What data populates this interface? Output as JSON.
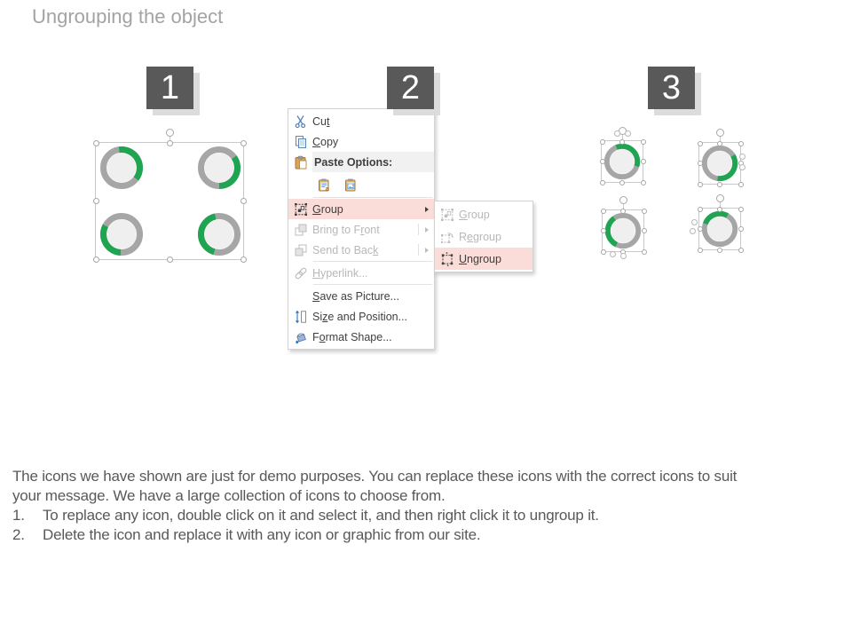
{
  "title": "Ungrouping the object",
  "steps": {
    "one": "1",
    "two": "2",
    "three": "3"
  },
  "colors": {
    "accent_green": "#1fa551",
    "ring_gray": "#a6a6a6",
    "ring_inner": "#efefef",
    "highlight_pink": "#fadcd9",
    "badge_gray": "#595959",
    "menu_text": "#3f3f3f",
    "menu_disabled_text": "#b8b8b8"
  },
  "context_menu": {
    "items": [
      {
        "id": "cut",
        "label": "Cut",
        "underline_index": 2,
        "icon": "scissors-icon",
        "state": "enabled"
      },
      {
        "id": "copy",
        "label": "Copy",
        "underline_index": 0,
        "icon": "copy-icon",
        "state": "enabled"
      },
      {
        "id": "paste-options",
        "type": "paste-header",
        "label": "Paste Options:",
        "icon": "paste-icon"
      },
      {
        "id": "paste-buttons",
        "type": "paste-row",
        "buttons": [
          {
            "id": "paste-keep-source-formatting",
            "icon": "paste-keep-formatting-icon"
          },
          {
            "id": "paste-as-picture",
            "icon": "paste-as-picture-icon"
          }
        ]
      },
      {
        "type": "separator"
      },
      {
        "id": "group",
        "label": "Group",
        "underline_index": 0,
        "icon": "group-icon",
        "state": "highlighted",
        "submenu": true
      },
      {
        "id": "bring-to-front",
        "label": "Bring to Front",
        "underline_index": 10,
        "icon": "bring-to-front-icon",
        "state": "disabled",
        "submenu": true
      },
      {
        "id": "send-to-back",
        "label": "Send to Back",
        "underline_index": 11,
        "icon": "send-to-back-icon",
        "state": "disabled",
        "submenu": true
      },
      {
        "type": "separator"
      },
      {
        "id": "hyperlink",
        "label": "Hyperlink...",
        "underline_index": 0,
        "icon": "hyperlink-icon",
        "state": "disabled"
      },
      {
        "type": "separator"
      },
      {
        "id": "save-as-picture",
        "label": "Save as Picture...",
        "underline_index": 0,
        "icon": "",
        "state": "enabled"
      },
      {
        "id": "size-and-position",
        "label": "Size and Position...",
        "underline_index": 2,
        "icon": "size-position-icon",
        "state": "enabled"
      },
      {
        "id": "format-shape",
        "label": "Format Shape...",
        "underline_index": 1,
        "icon": "format-shape-icon",
        "state": "enabled"
      }
    ],
    "submenu_items": [
      {
        "id": "sub-group",
        "label": "Group",
        "underline_index": 0,
        "icon": "group-icon",
        "state": "disabled"
      },
      {
        "id": "sub-regroup",
        "label": "Regroup",
        "underline_index": 1,
        "icon": "regroup-icon",
        "state": "disabled"
      },
      {
        "id": "sub-ungroup",
        "label": "Ungroup",
        "underline_index": 0,
        "icon": "ungroup-icon",
        "state": "highlighted"
      }
    ]
  },
  "step1_icons": [
    {
      "start": -8,
      "sweep": 135
    },
    {
      "start": 55,
      "sweep": 125
    },
    {
      "start": 183,
      "sweep": 115
    },
    {
      "start": 196,
      "sweep": 152
    }
  ],
  "step3_icons": [
    {
      "start": -22,
      "sweep": 130,
      "adorn": "top"
    },
    {
      "start": 60,
      "sweep": 128,
      "adorn": "right"
    },
    {
      "start": 205,
      "sweep": 120,
      "adorn": "bottom"
    },
    {
      "start": 290,
      "sweep": 100,
      "adorn": "left"
    }
  ],
  "description": {
    "line1": "The icons we have shown are just for demo purposes. You can replace these icons with the correct icons to suit",
    "line2": "your message. We have a large collection of icons to choose from.",
    "list": [
      {
        "num": "1.",
        "text": "To replace any icon, double click on it and select it, and then right click it to ungroup it."
      },
      {
        "num": "2.",
        "text": "Delete the icon and replace it with any icon or graphic from our site."
      }
    ]
  }
}
